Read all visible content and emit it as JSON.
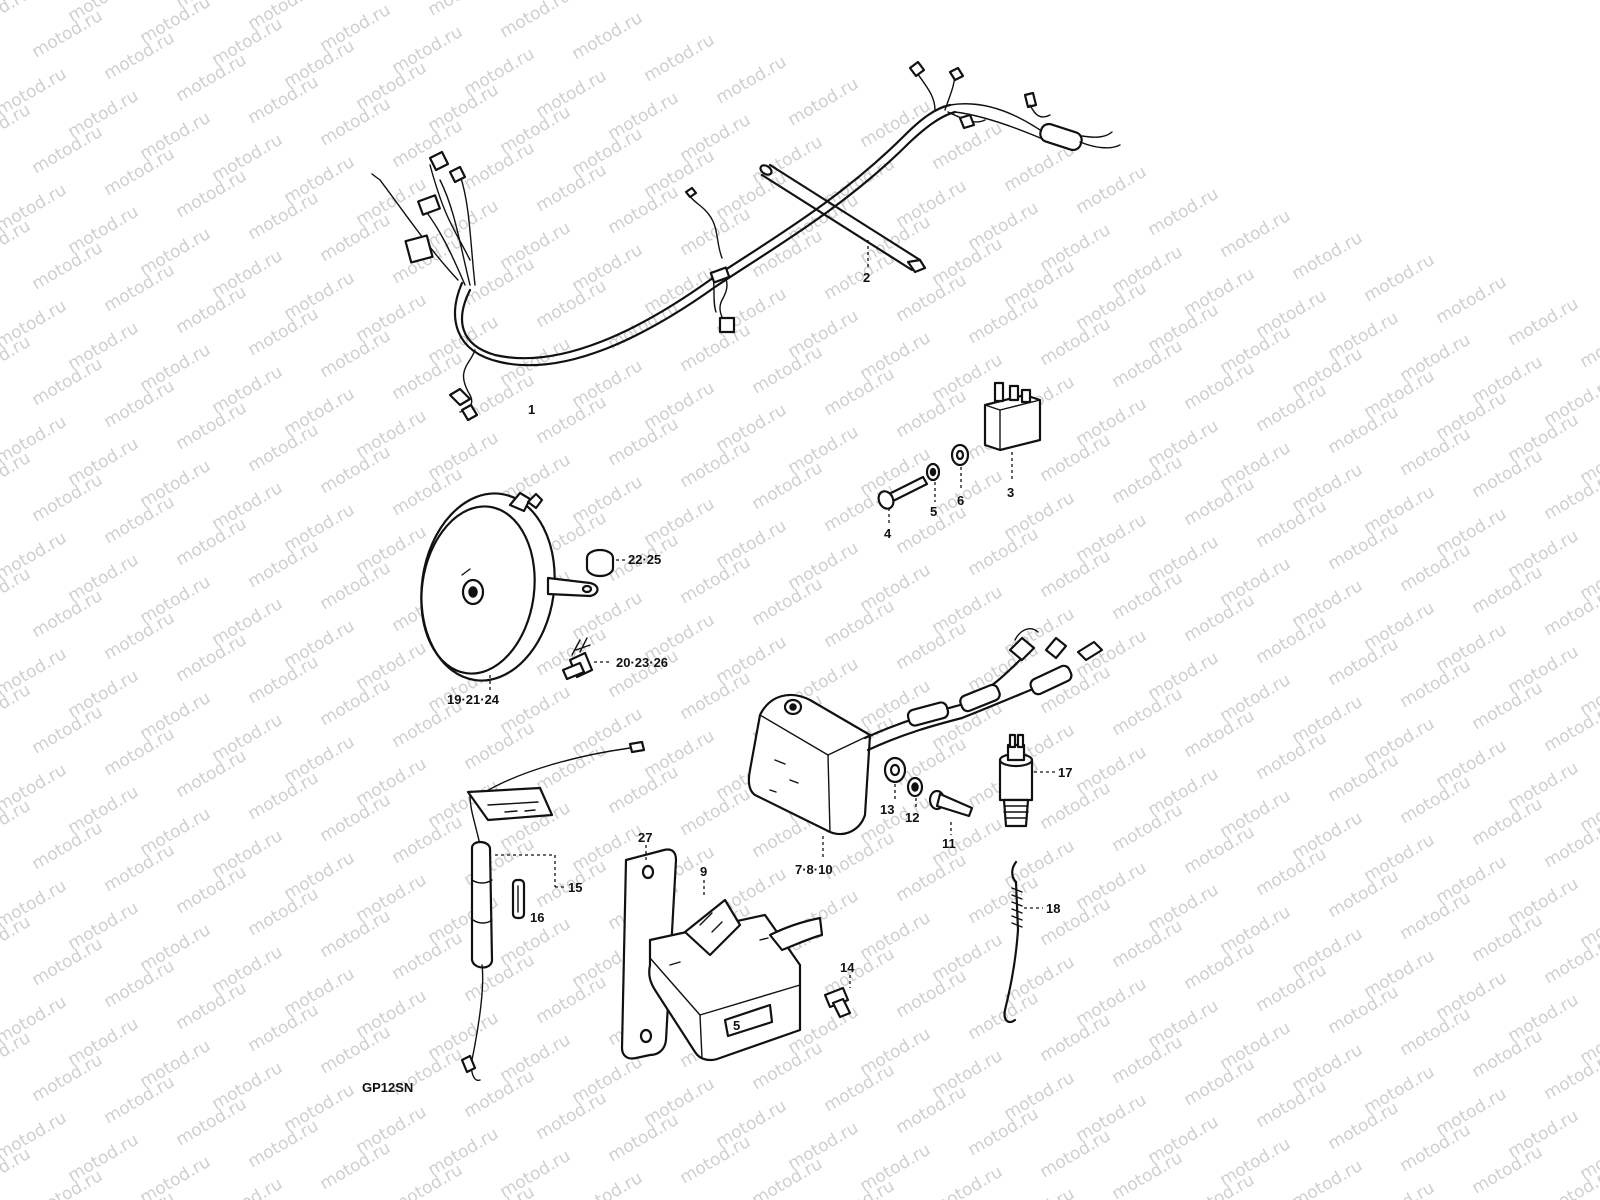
{
  "watermark": {
    "text": "motod.ru",
    "color": "#cfcfcf"
  },
  "diagram_code": "GP12SN",
  "callouts": {
    "wiring_harness": "1",
    "wiring_sub_harness": "2",
    "relay": "3",
    "relay_screw": "4",
    "relay_spring_washer": "5",
    "relay_washer": "6",
    "regulator_unit": "7·8·10",
    "ignition_coil": "9",
    "regulator_bolt": "11",
    "regulator_spring_washer": "12",
    "regulator_washer": "13",
    "coil_bolt": "14",
    "fuse_holder": "15",
    "fuse": "16",
    "stop_switch": "17",
    "stop_switch_spring": "18",
    "horn": "19·21·24",
    "horn_bolt": "20·23·26",
    "horn_spacer": "22·25",
    "coil_bracket": "27"
  }
}
